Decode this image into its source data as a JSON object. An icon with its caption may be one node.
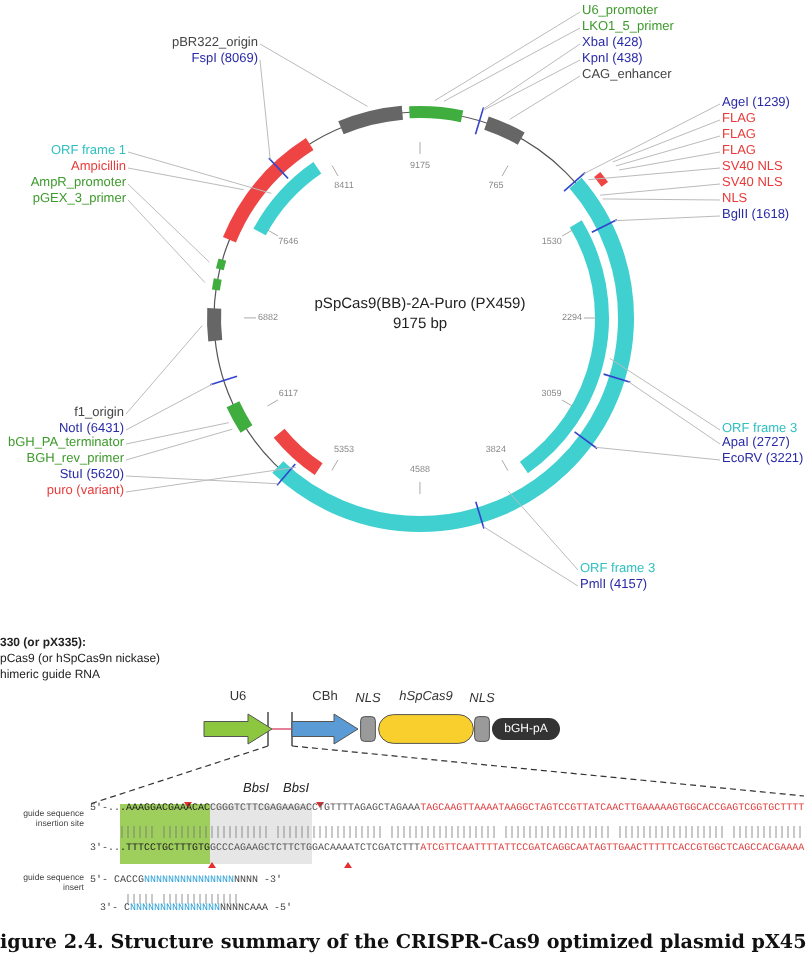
{
  "diagram": {
    "caption": "igure 2.4. Structure summary of the CRISPR-Cas9 optimized plasmid pX45",
    "nodes": [
      {
        "text": [
          "pBR322_origin"
        ]
      },
      {
        "text": [
          "FspI (8069)"
        ]
      },
      {
        "text": [
          "U6_promoter"
        ]
      },
      {
        "text": [
          "LKO1_5_primer"
        ]
      },
      {
        "text": [
          "XbaI (428)"
        ]
      },
      {
        "text": [
          "KpnI (438)"
        ]
      },
      {
        "text": [
          "CAG_enhancer"
        ]
      },
      {
        "text": [
          "AgeI (1239)"
        ]
      },
      {
        "text": [
          "FLAG"
        ]
      },
      {
        "text": [
          "FLAG"
        ]
      },
      {
        "text": [
          "FLAG"
        ]
      },
      {
        "text": [
          "SV40 NLS"
        ]
      },
      {
        "text": [
          "SV40 NLS"
        ]
      },
      {
        "text": [
          "NLS"
        ]
      },
      {
        "text": [
          "BglII (1618)"
        ]
      },
      {
        "text": [
          "ORF frame 1"
        ]
      },
      {
        "text": [
          "Ampicillin"
        ]
      },
      {
        "text": [
          "AmpR_promoter"
        ]
      },
      {
        "text": [
          "pGEX_3_primer"
        ]
      },
      {
        "text": [
          "f1_origin"
        ]
      },
      {
        "text": [
          "NotI (6431)"
        ]
      },
      {
        "text": [
          "bGH_PA_terminator"
        ]
      },
      {
        "text": [
          "BGH_rev_primer"
        ]
      },
      {
        "text": [
          "StuI (5620)"
        ]
      },
      {
        "text": [
          "puro (variant)"
        ]
      },
      {
        "text": [
          "ORF frame 3"
        ]
      },
      {
        "text": [
          "ApaI (2727)"
        ]
      },
      {
        "text": [
          "EcoRV (3221)"
        ]
      },
      {
        "text": [
          "ORF frame 3"
        ]
      },
      {
        "text": [
          "PmlI (4157)"
        ]
      },
      {
        "text": [
          "U6"
        ]
      },
      {
        "text": [
          "CBh"
        ]
      },
      {
        "text": [
          "NLS"
        ]
      },
      {
        "text": [
          "hSpCas9"
        ]
      },
      {
        "text": [
          "NLS"
        ]
      },
      {
        "text": [
          "bGH-pA"
        ]
      }
    ],
    "edges": [
      {
        "from": 0,
        "to": null,
        "arrow": "none"
      },
      {
        "from": 1,
        "to": null,
        "arrow": "none"
      },
      {
        "from": 2,
        "to": null,
        "arrow": "none"
      },
      {
        "from": 3,
        "to": null,
        "arrow": "none"
      },
      {
        "from": 4,
        "to": null,
        "arrow": "none"
      },
      {
        "from": 5,
        "to": null,
        "arrow": "none"
      },
      {
        "from": 6,
        "to": null,
        "arrow": "none"
      },
      {
        "from": 7,
        "to": null,
        "arrow": "none"
      },
      {
        "from": 8,
        "to": null,
        "arrow": "none"
      },
      {
        "from": 9,
        "to": null,
        "arrow": "none"
      },
      {
        "from": 10,
        "to": null,
        "arrow": "none"
      },
      {
        "from": 11,
        "to": null,
        "arrow": "none"
      },
      {
        "from": 12,
        "to": null,
        "arrow": "none"
      },
      {
        "from": 13,
        "to": null,
        "arrow": "none"
      },
      {
        "from": 14,
        "to": null,
        "arrow": "none"
      },
      {
        "from": 15,
        "to": null,
        "arrow": "none"
      },
      {
        "from": 16,
        "to": null,
        "arrow": "none"
      },
      {
        "from": 17,
        "to": null,
        "arrow": "none"
      },
      {
        "from": 18,
        "to": null,
        "arrow": "none"
      },
      {
        "from": 19,
        "to": null,
        "arrow": "none"
      },
      {
        "from": 20,
        "to": null,
        "arrow": "none"
      },
      {
        "from": 21,
        "to": null,
        "arrow": "none"
      },
      {
        "from": 22,
        "to": null,
        "arrow": "none"
      },
      {
        "from": 23,
        "to": null,
        "arrow": "none"
      },
      {
        "from": 24,
        "to": null,
        "arrow": "none"
      },
      {
        "from": 25,
        "to": null,
        "arrow": "none"
      },
      {
        "from": 26,
        "to": null,
        "arrow": "none"
      },
      {
        "from": 27,
        "to": null,
        "arrow": "none"
      },
      {
        "from": 28,
        "to": null,
        "arrow": "none"
      },
      {
        "from": 29,
        "to": null,
        "arrow": "none"
      },
      {
        "from": 30,
        "to": 31,
        "arrow": "none",
        "color": "#e0607e"
      }
    ],
    "labels": [
      "9175",
      "8411",
      "765",
      "7646",
      "1530",
      "6882",
      "pSpCas9(BB)-2A-Puro (PX459)",
      "2294",
      "9175 bp",
      "6117",
      "3059",
      "5353",
      "3824",
      "4588",
      "330 (or pX335):",
      "pCas9 (or hSpCas9n nickase)",
      "himeric guide RNA",
      "BbsI",
      "BbsI",
      "guide sequence insertion site",
      "5'-...AAAGGACGAAACACCGGGTCTTCGAGAAGACCTGTTTTAGAGCTAGAAATAGCAAGTTAAAATAAGGCTAGTCCGTTATCAACTTGAAAAAGTGGCACCGAGTCGGTGCTTTT",
      "3'-...TTTCCTGCTTTGTGGCCCAGAAGCTCTTCTGGACAAAATCTCGATCTTTATCGTTCAATTTTATTCCGATCAGGCAATAGTTGAACTTTTTCACCGTGGCTCAGCCACGAAAA",
      "guide sequence insert",
      "5'- CACCGNNNNNNNNNNNNNNNNNNN -3'",
      "3'- CNNNNNNNNNNNNNNNNNNNCAAA -5'"
    ]
  }
}
